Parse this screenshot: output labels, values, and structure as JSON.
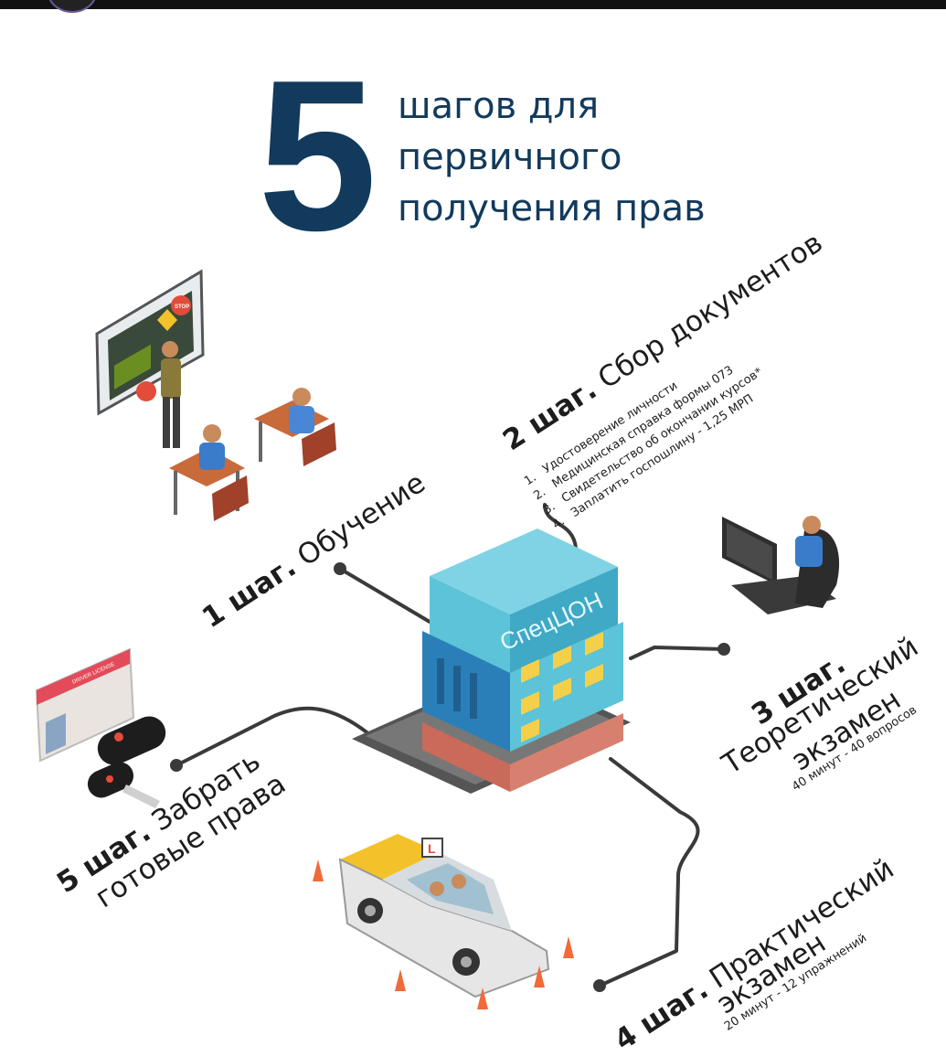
{
  "header": {
    "number": "5",
    "lines": [
      "шагов для",
      "первичного",
      "получения прав"
    ]
  },
  "steps": {
    "s1": {
      "prefix": "1 шаг.",
      "title": "Обучение"
    },
    "s2": {
      "prefix": "2 шаг.",
      "title": "Сбор документов",
      "items": [
        {
          "n": "1.",
          "text": "Удостоверение личности"
        },
        {
          "n": "2.",
          "text": "Медицинская справка формы 073"
        },
        {
          "n": "3.",
          "text": "Свидетельство об окончании курсов*"
        },
        {
          "n": "4.",
          "text": "Заплатить госпошлину - 1,25 МРП"
        }
      ]
    },
    "s3": {
      "prefix": "3 шаг.",
      "line1": "Теоретический",
      "line2": "экзамен",
      "detail": "40 минут - 40 вопросов"
    },
    "s4": {
      "prefix": "4 шаг.",
      "line1": "Практический",
      "line2": "экзамен",
      "detail": "20 минут - 12 упражнений"
    },
    "s5": {
      "prefix": "5 шаг.",
      "line1": "Забрать",
      "line2": "готовые права"
    }
  },
  "illustration": {
    "building_sign": "СпецЦОН",
    "board_sign": "STOP",
    "license_card": "DRIVER LICENSE",
    "car_letter": "L"
  },
  "colors": {
    "navy": "#123a5c",
    "text": "#1d1d1d",
    "wire": "#3a3a3a",
    "building_cyan": "#5cc3d8",
    "building_blue": "#2b7fb8",
    "window_yellow": "#f4d04a",
    "car_yellow": "#f3c22a"
  }
}
